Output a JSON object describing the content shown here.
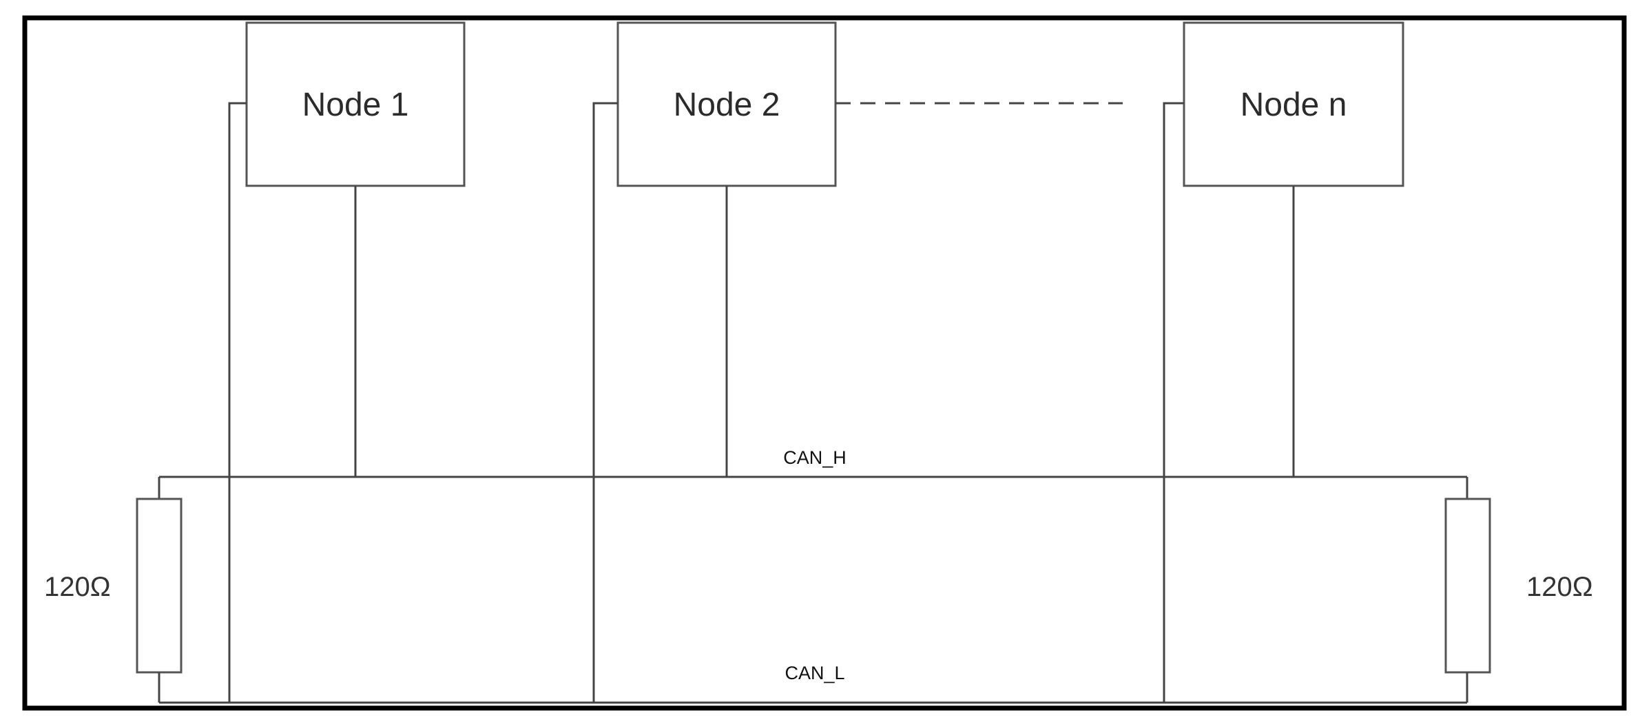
{
  "nodes": [
    {
      "label": "Node 1"
    },
    {
      "label": "Node 2"
    },
    {
      "label": "Node n"
    }
  ],
  "bus": {
    "high_label": "CAN_H",
    "low_label": "CAN_L"
  },
  "terminators": [
    {
      "label": "120Ω"
    },
    {
      "label": "120Ω"
    }
  ]
}
